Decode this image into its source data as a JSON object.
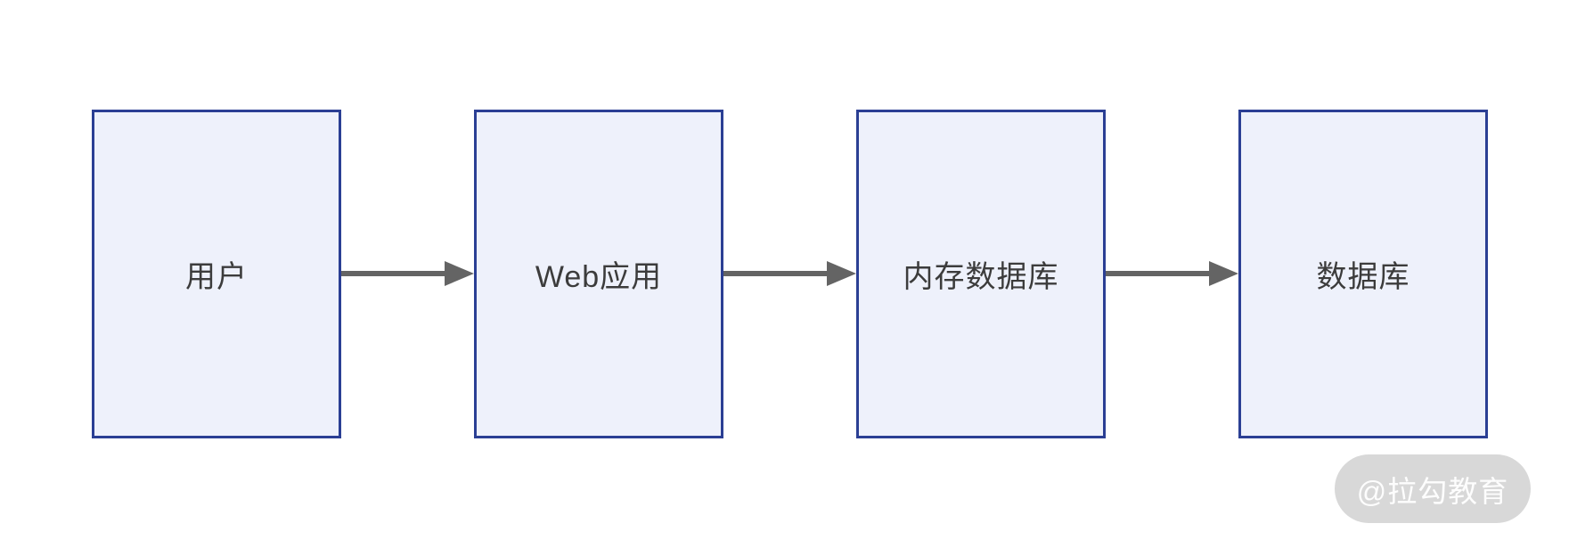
{
  "diagram": {
    "type": "flow",
    "nodes": [
      {
        "id": "user",
        "label": "用户"
      },
      {
        "id": "web-app",
        "label": "Web应用"
      },
      {
        "id": "memory-db",
        "label": "内存数据库"
      },
      {
        "id": "database",
        "label": "数据库"
      }
    ],
    "edges": [
      {
        "from": "用户",
        "to": "Web应用",
        "direction": "right"
      },
      {
        "from": "Web应用",
        "to": "内存数据库",
        "direction": "right"
      },
      {
        "from": "内存数据库",
        "to": "数据库",
        "direction": "right"
      }
    ],
    "colors": {
      "node_fill": "#eef1fb",
      "node_border": "#2b3f94",
      "arrow": "#646464",
      "label_text": "#3c3c3c",
      "watermark_bg": "#d8d8d8",
      "watermark_text": "#fdfdfd"
    }
  },
  "watermark": {
    "text": "@拉勾教育"
  }
}
